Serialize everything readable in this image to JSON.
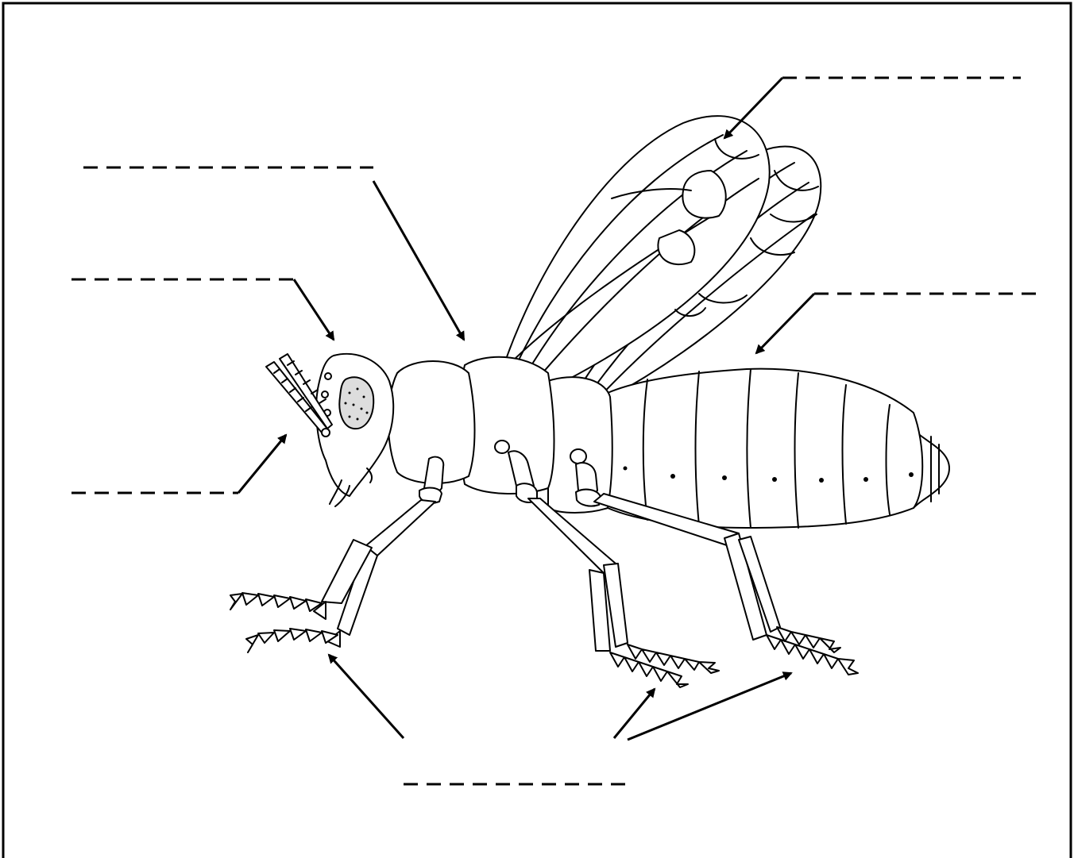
{
  "diagram": {
    "label_blanks": [
      {
        "name": "wings-label"
      },
      {
        "name": "thorax-label"
      },
      {
        "name": "head-label"
      },
      {
        "name": "abdomen-label"
      },
      {
        "name": "antennae-label"
      },
      {
        "name": "legs-label"
      }
    ]
  }
}
